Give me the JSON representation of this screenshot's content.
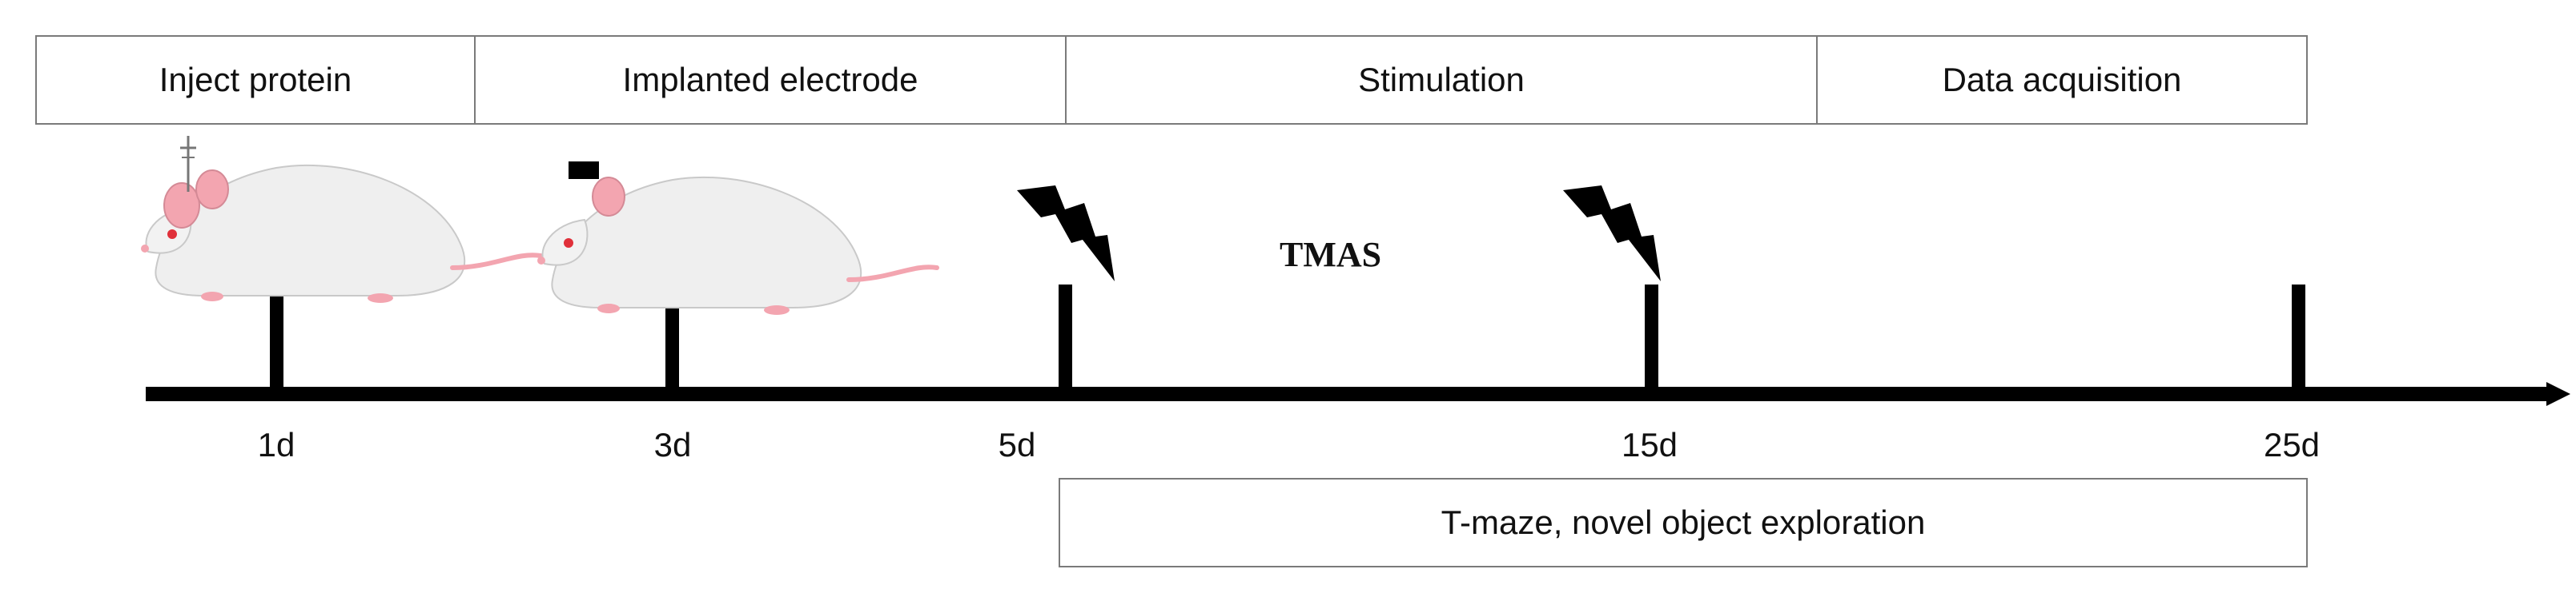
{
  "phases": [
    {
      "label": "Inject protein"
    },
    {
      "label": "Implanted electrode"
    },
    {
      "label": "Stimulation"
    },
    {
      "label": "Data acquisition"
    }
  ],
  "annotation": "TMAS",
  "timepoints": [
    {
      "label": "1d",
      "icon": "mouse-injection-icon"
    },
    {
      "label": "3d",
      "icon": "mouse-electrode-icon"
    },
    {
      "label": "5d",
      "icon": "lightning-icon"
    },
    {
      "label": "15d",
      "icon": "lightning-icon"
    },
    {
      "label": "25d",
      "icon": ""
    }
  ],
  "behavior_box": "T-maze, novel object exploration",
  "colors": {
    "line": "#000000",
    "border": "#7a7a7a",
    "mouse_body": "#efefef",
    "mouse_pink": "#f3a5b0",
    "eye": "#e0303a"
  }
}
